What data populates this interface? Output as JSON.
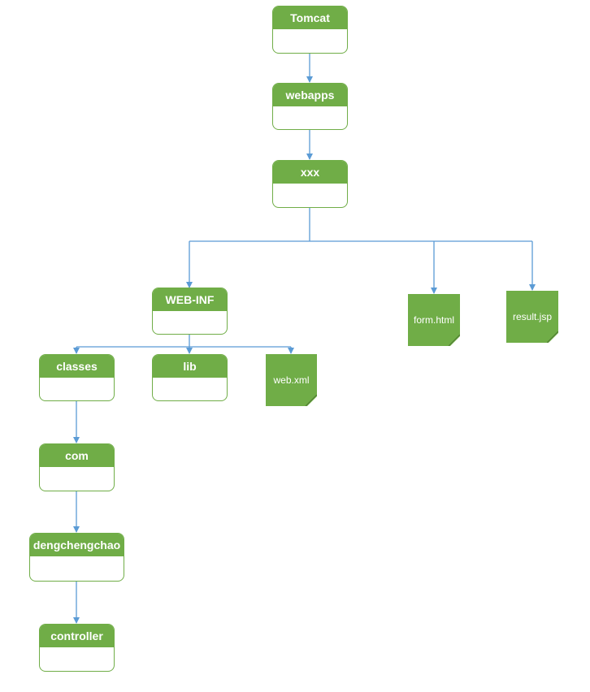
{
  "colors": {
    "node": "#70ad47",
    "connector": "#5b9bd5"
  },
  "nodes": {
    "tomcat": "Tomcat",
    "webapps": "webapps",
    "xxx": "xxx",
    "webinf": "WEB-INF",
    "classes": "classes",
    "lib": "lib",
    "com": "com",
    "dengchengchao": "dengchengchao",
    "controller": "controller"
  },
  "files": {
    "form_html": "form.html",
    "result_jsp": "result.jsp",
    "web_xml": "web.xml"
  }
}
